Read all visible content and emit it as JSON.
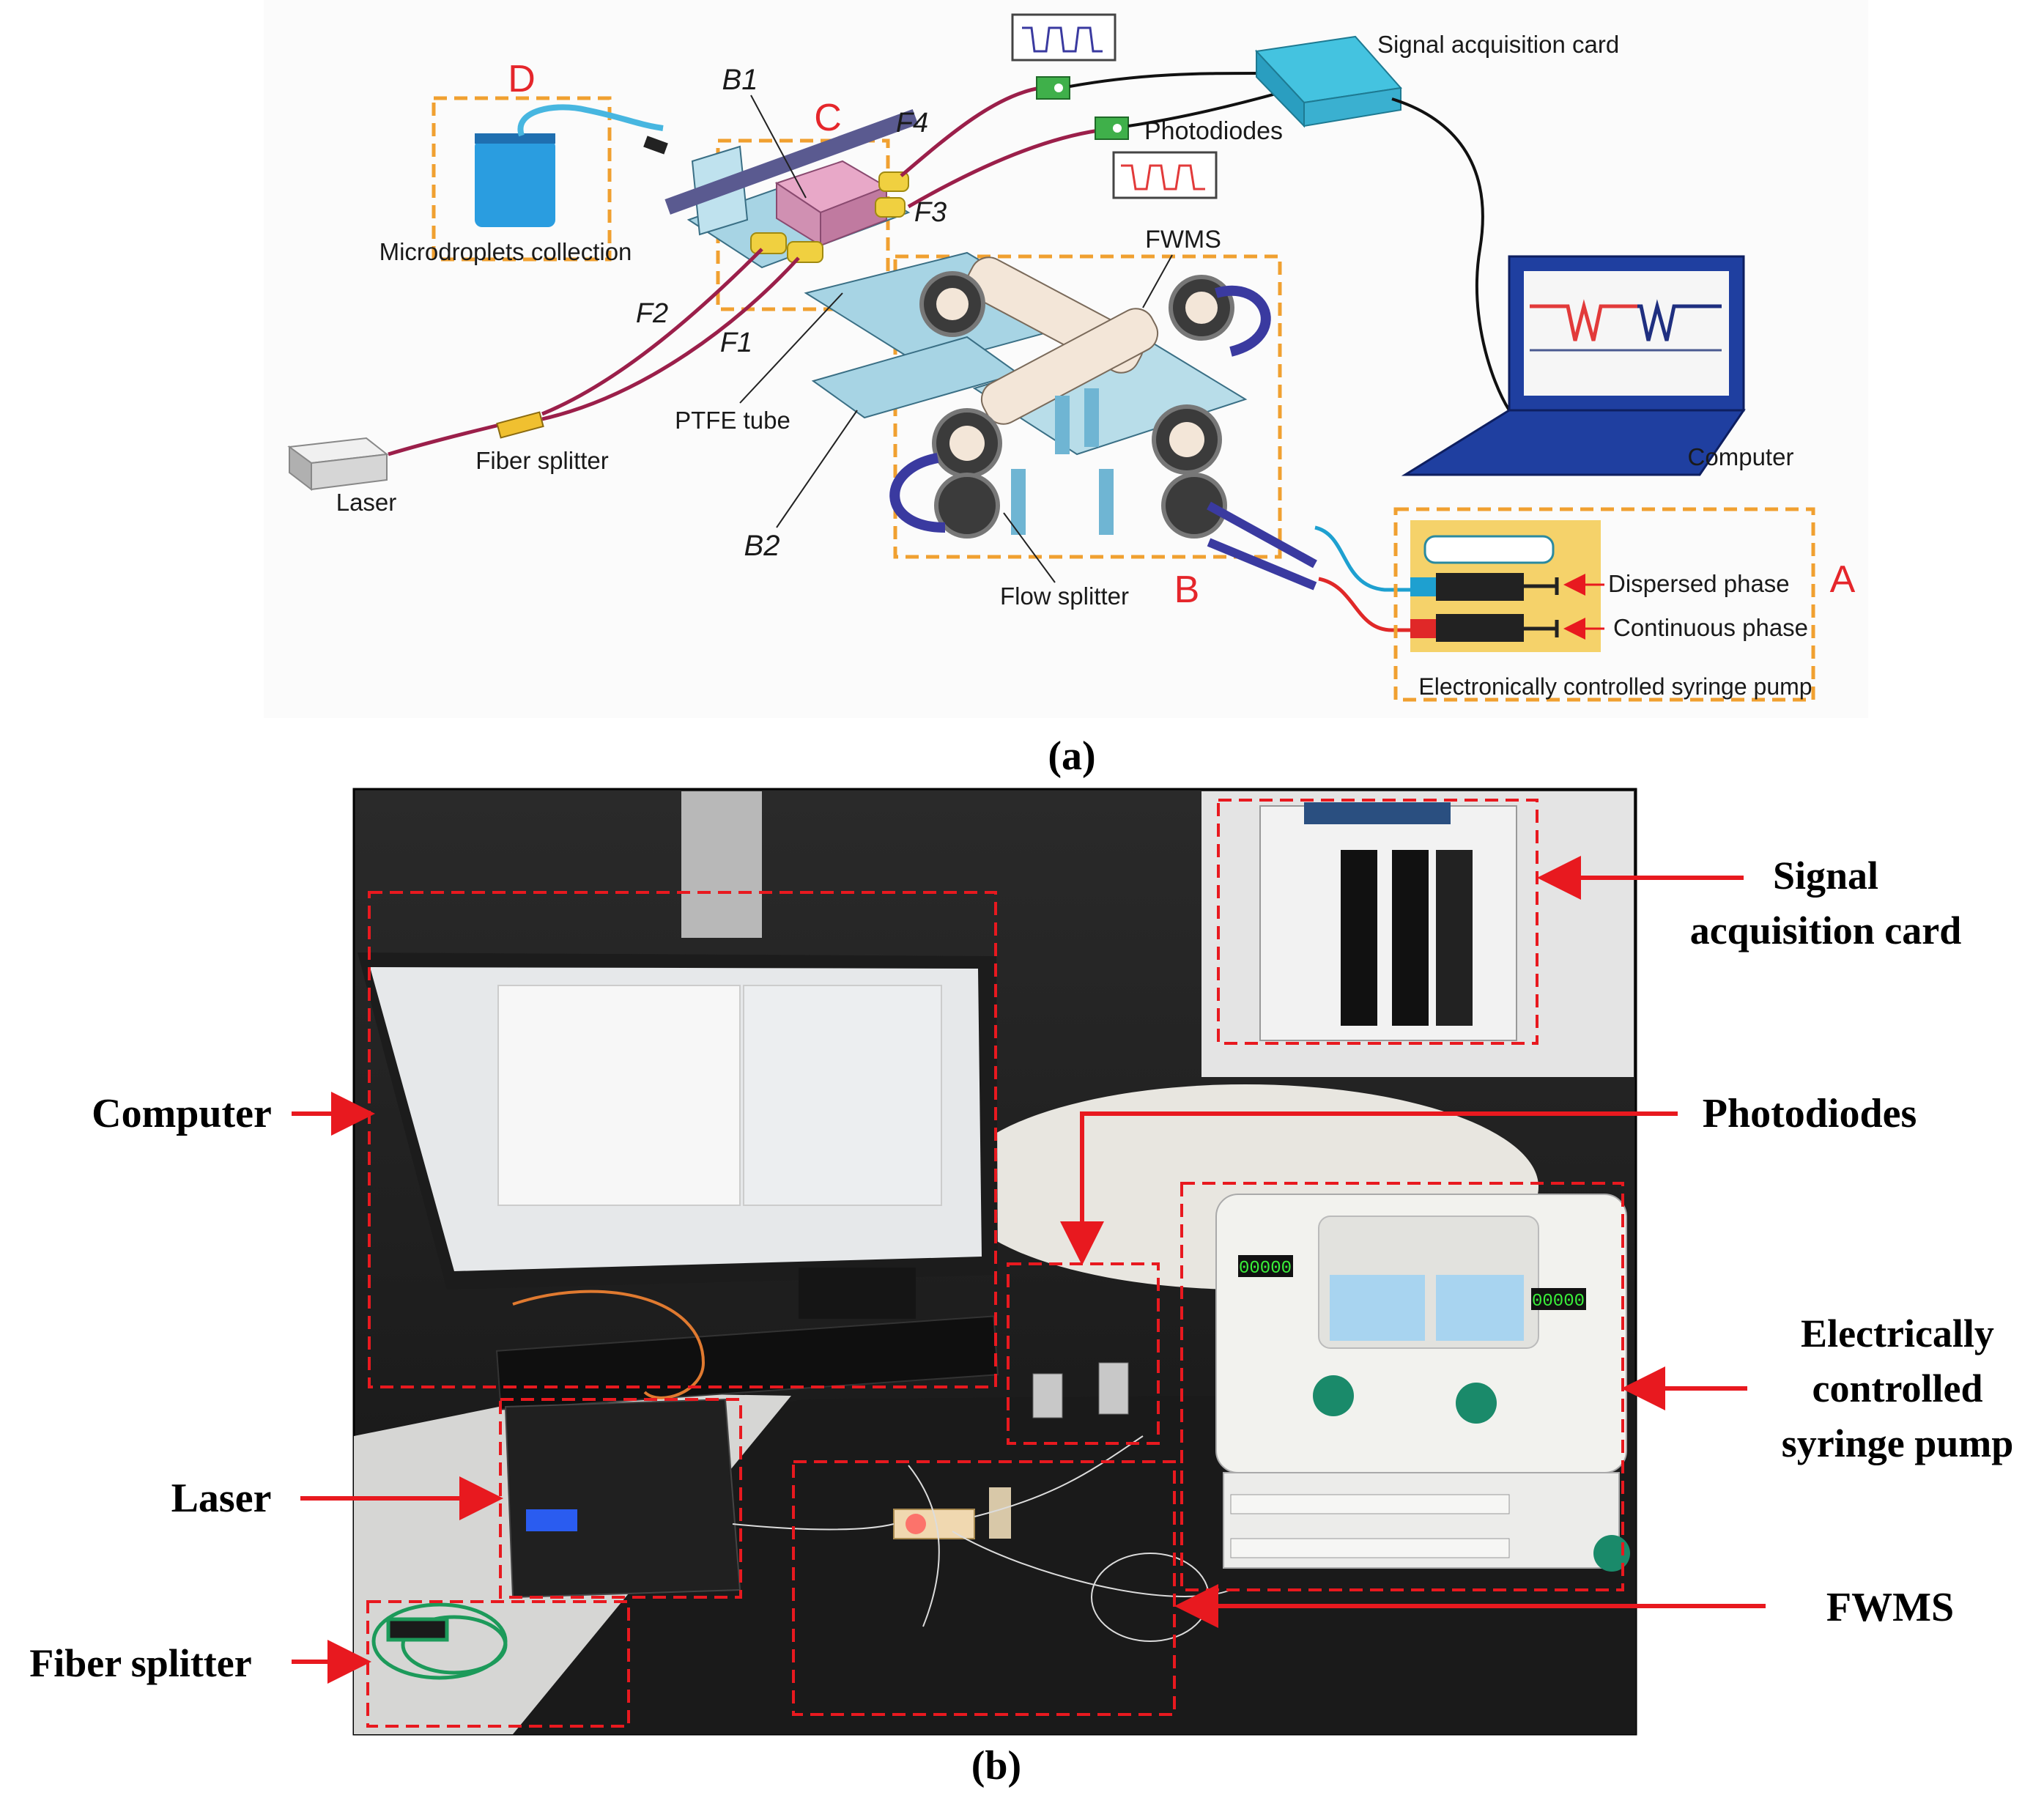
{
  "panel_a": {
    "caption": "(a)",
    "labels": {
      "signal_card": "Signal acquisition card",
      "photodiodes": "Photodiodes",
      "computer": "Computer",
      "fwms": "FWMS",
      "microdroplets": "Microdroplets collection",
      "ptfe": "PTFE tube",
      "fiber_splitter": "Fiber splitter",
      "laser": "Laser",
      "flow_splitter": "Flow splitter",
      "dispersed": "Dispersed phase",
      "continuous": "Continuous phase",
      "syringe_pump": "Electronically controlled syringe pump",
      "b1": "B1",
      "b2": "B2",
      "f1": "F1",
      "f2": "F2",
      "f3": "F3",
      "f4": "F4"
    },
    "region_letters": {
      "a": "A",
      "b": "B",
      "c": "C",
      "d": "D"
    }
  },
  "panel_b": {
    "caption": "(b)",
    "callouts": {
      "signal_card_1": "Signal",
      "signal_card_2": "acquisition card",
      "computer": "Computer",
      "photodiodes": "Photodiodes",
      "pump_1": "Electrically",
      "pump_2": "controlled",
      "pump_3": "syringe pump",
      "laser": "Laser",
      "fiber_splitter": "Fiber splitter",
      "fwms": "FWMS"
    },
    "pump_display_left": "00000",
    "pump_display_right": "00000"
  },
  "colors": {
    "region_box": "#f0a030",
    "callout": "#e8191f",
    "fiber": "#9b1f4a",
    "device": "#4ab0d0"
  }
}
